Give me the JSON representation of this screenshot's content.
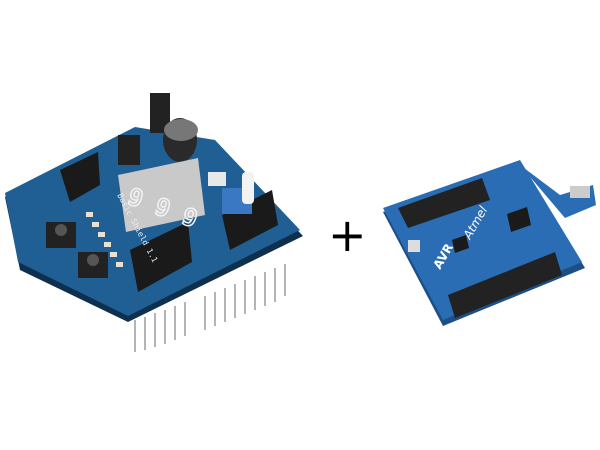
{
  "scene": {
    "plus_sign": "+",
    "left_board": {
      "display_digits": "9 9 9",
      "silkscreen_label": "Basic Shield 1.1",
      "pcb_color": "#1f5f93"
    },
    "right_board": {
      "brand_label": "Atmel",
      "logo_label": "AVR",
      "pcb_color": "#2a6db5"
    }
  }
}
